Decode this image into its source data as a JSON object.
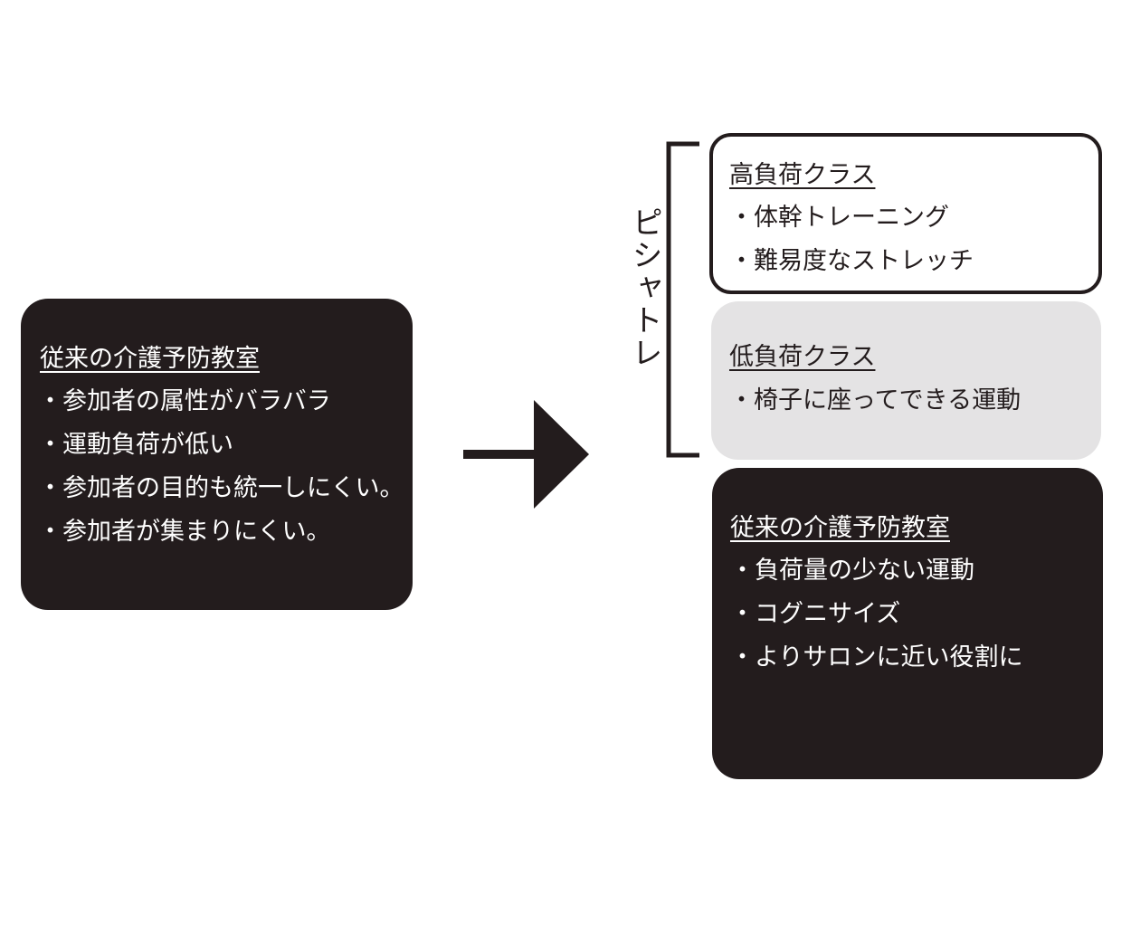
{
  "left_box": {
    "title": "従来の介護予防教室",
    "items": [
      "・参加者の属性がバラバラ",
      "・運動負荷が低い",
      "・参加者の目的も統一しにくい。",
      "・参加者が集まりにくい。"
    ]
  },
  "bracket_label": "ピシャトレ",
  "high_box": {
    "title": "高負荷クラス",
    "items": [
      "・体幹トレーニング",
      "・難易度なストレッチ"
    ]
  },
  "low_box": {
    "title": "低負荷クラス",
    "items": [
      "・椅子に座ってできる運動"
    ]
  },
  "right_box": {
    "title": "従来の介護予防教室",
    "items": [
      "・負荷量の少ない運動",
      "・コグニサイズ",
      "・よりサロンに近い役割に"
    ]
  },
  "colors": {
    "dark": "#231c1d",
    "light": "#e4e3e4",
    "white": "#ffffff"
  }
}
